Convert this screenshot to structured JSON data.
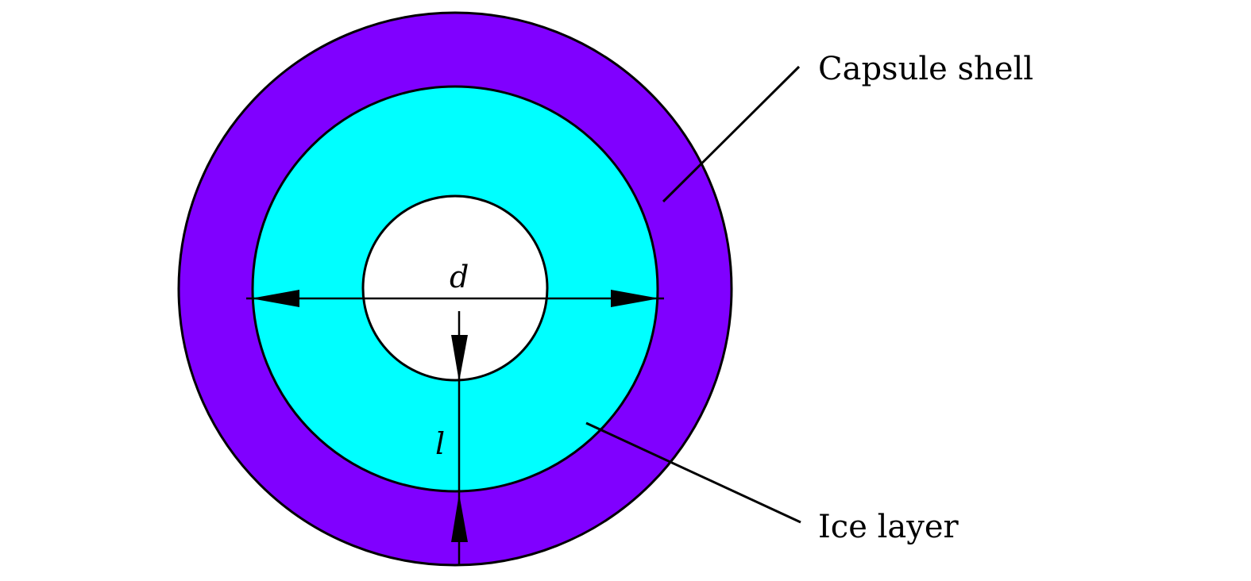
{
  "labels": {
    "capsule_shell": "Capsule shell",
    "ice_layer": "Ice layer",
    "diameter_symbol": "d",
    "thickness_symbol": "l"
  },
  "colors": {
    "capsule_shell": "#8000ff",
    "ice_layer": "#00ffff",
    "interior": "#ffffff"
  }
}
